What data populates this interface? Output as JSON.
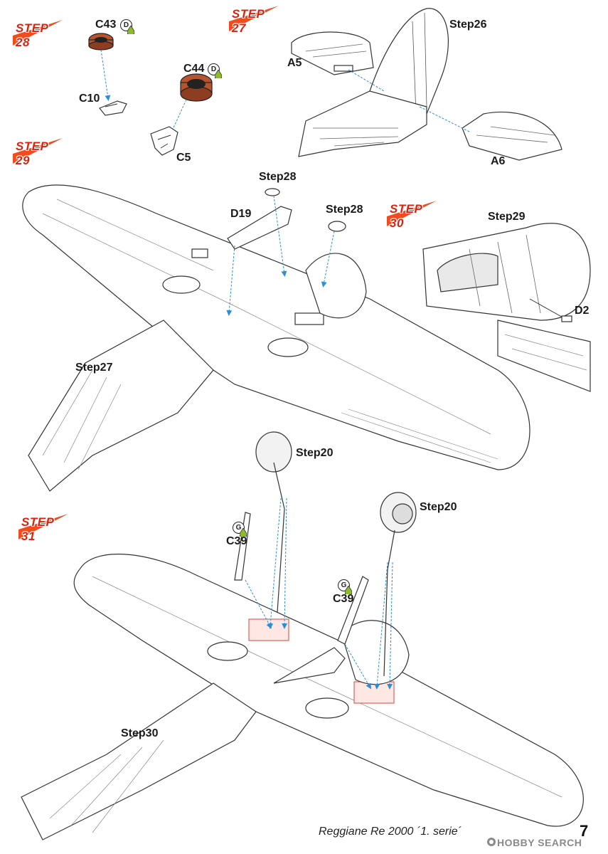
{
  "colors": {
    "accent": "#f04d1f",
    "step_text": "#d9230f",
    "arrow": "#2a8fd6",
    "paint_green": "#8dbb2b",
    "part_brown": "#b5542f",
    "highlight_red": "#e0605a"
  },
  "steps": {
    "s27": "STEP 27",
    "s28": "STEP 28",
    "s29": "STEP 29",
    "s30": "STEP 30",
    "s31": "STEP 31"
  },
  "parts": {
    "c43": "C43",
    "c44": "C44",
    "c10": "C10",
    "c5": "C5",
    "a5": "A5",
    "a6": "A6",
    "d19": "D19",
    "d2": "D2",
    "c39_left": "C39",
    "c39_right": "C39"
  },
  "paint_codes": {
    "c43": "D",
    "c44": "D",
    "c39_left": "G",
    "c39_right": "G"
  },
  "refs": {
    "step26": "Step26",
    "step28_a": "Step28",
    "step28_b": "Step28",
    "step27": "Step27",
    "step29": "Step29",
    "step20_a": "Step20",
    "step20_b": "Step20",
    "step30": "Step30"
  },
  "footer": {
    "title": "Reggiane Re 2000 ´1. serie´",
    "page_number": "7"
  },
  "watermark": "HOBBY SEARCH"
}
